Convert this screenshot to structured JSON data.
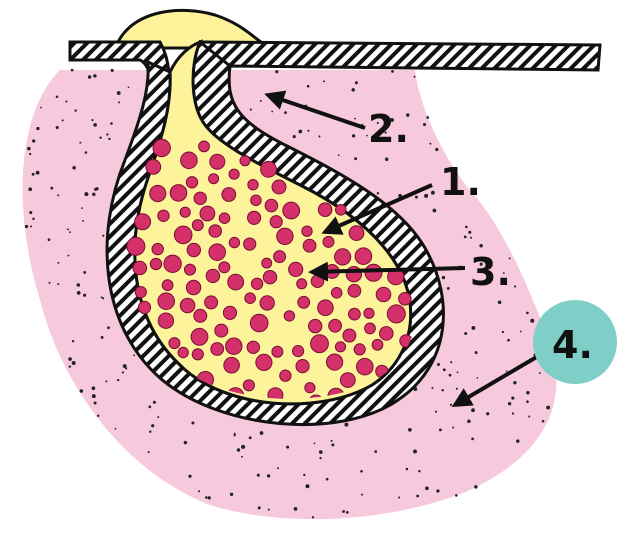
{
  "labels": {
    "one": "1.",
    "two": "2.",
    "three": "3.",
    "four": "4."
  },
  "colors": {
    "connective_tissue": "#f7c9dd",
    "secretion": "#fdf39b",
    "granules": "#d4306a",
    "label_circle": "#7fcfc8",
    "outline": "#111111",
    "hatch_bg": "#ffffff"
  }
}
